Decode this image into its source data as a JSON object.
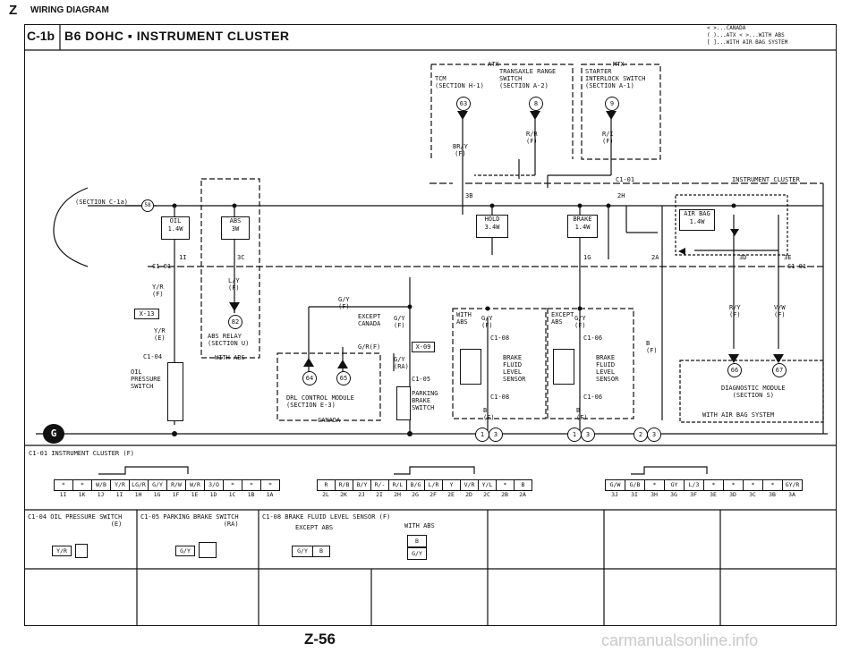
{
  "header": {
    "section_letter": "Z",
    "section_title": "WIRING DIAGRAM",
    "code": "C-1b",
    "title": "B6 DOHC  ▪ INSTRUMENT CLUSTER",
    "legend": [
      "< >...CANADA",
      "( )...ATX    < >...WITH ABS",
      "[ ]...WITH AIR BAG SYSTEM"
    ]
  },
  "top_groups": {
    "atx": "ATX",
    "mtx": "MTX",
    "tcm": "TCM\n(SECTION H-1)",
    "trans_range": "TRANSAXLE RANGE\nSWITCH\n(SECTION A-2)",
    "starter": "STARTER\nINTERLOCK SWITCH\n(SECTION A-1)",
    "circ_63": "63",
    "circ_8a": "8",
    "circ_9": "9",
    "w_bry": "BR/Y\n(F)",
    "w_rr": "R/R\n(F)",
    "w_ri": "R/I\n(F)"
  },
  "cluster": {
    "label": "INSTRUMENT CLUSTER",
    "section_ref": "(SECTION C-1a)",
    "circ_58": "58",
    "c101_top": "C1-01",
    "c101_left": "C1-01",
    "c101_right": "C1-01",
    "pin_3b": "3B",
    "pin_2h": "2H",
    "pin_1i": "1I",
    "pin_3c": "3C",
    "pin_1g": "1G",
    "pin_2a": "2A",
    "pin_3d": "3D",
    "pin_3e": "3E",
    "oil": "OIL\n1.4W",
    "abs": "ABS\n3W",
    "hold": "HOLD\n3.4W",
    "brake": "BRAKE\n1.4W",
    "airbag": "AIR BAG\n1.4W"
  },
  "lower": {
    "w_yr_left": "Y/R\n(F)",
    "x13": "X-13",
    "w_yr2": "Y/R\n(E)",
    "c104": "C1-04",
    "oil_sw": "OIL\nPRESSURE\nSWITCH",
    "w_ly": "L/Y\n(F)",
    "circ_82": "82",
    "abs_relay": "ABS RELAY\n(SECTION U)",
    "with_abs": "WITH ABS",
    "w_gy": "G/Y\n(F)",
    "except_canada": "EXCEPT\nCANADA",
    "w_gy_f": "G/Y\n(F)",
    "w_grf": "G/R(F)",
    "x09": "X-09",
    "w_gy_ra": "G/Y\n(RA)",
    "c105": "C1-05",
    "circ_64": "64",
    "circ_65": "65",
    "drl": "DRL CONTROL MODULE\n(SECTION E-3)",
    "canada": "CANADA",
    "parking": "PARKING\nBRAKE\nSWITCH",
    "with_abs2": "WITH\nABS",
    "w_gy_abs": "G/Y\n(F)",
    "c108a": "C1-08",
    "brake_fluid1": "BRAKE\nFLUID\nLEVEL\nSENSOR",
    "c108b": "C1-08",
    "w_b1": "B\n(F)",
    "except_abs": "EXCEPT\nABS",
    "w_gy_ex": "G/Y\n(F)",
    "c106a": "C1-06",
    "brake_fluid2": "BRAKE\nFLUID\nLEVEL\nSENSOR",
    "c106b": "C1-06",
    "w_b2": "B\n(F)",
    "w_b3": "B\n(F)",
    "w_ry": "R/Y\n(F)",
    "w_vw": "V/W\n(F)",
    "circ_66": "66",
    "circ_67": "67",
    "diag": "DIAGNOSTIC MODULE\n(SECTION S)",
    "with_airbag": "WITH AIR BAG SYSTEM",
    "gnd1": "1",
    "gnd3a": "3",
    "gnd1b": "1",
    "gnd3b": "3",
    "gnd2": "2",
    "gnd3c": "3",
    "car_icon": "G"
  },
  "connectors": {
    "c101_title": "C1-01 INSTRUMENT CLUSTER (F)",
    "row1": [
      "*",
      "*",
      "W/B",
      "Y/R",
      "LG/R",
      "G/Y",
      "R/W",
      "W/R",
      "3/O",
      "*",
      "*",
      "*"
    ],
    "row1_pins": [
      "1I",
      "1K",
      "1J",
      "1I",
      "1H",
      "1G",
      "1F",
      "1E",
      "1D",
      "1C",
      "1B",
      "1A"
    ],
    "row2": [
      "R",
      "R/B",
      "B/Y",
      "R/-",
      "R/L",
      "B/G",
      "L/R",
      "Y",
      "V/R",
      "Y/L",
      "*",
      "B"
    ],
    "row2_pins": [
      "2L",
      "2K",
      "2J",
      "2I",
      "2H",
      "2G",
      "2F",
      "2E",
      "2D",
      "2C",
      "2B",
      "2A"
    ],
    "row3": [
      "G/W",
      "G/B",
      "*",
      "GY",
      "L/3",
      "*",
      "*",
      "*",
      "*",
      "GY/R"
    ],
    "row3_pins": [
      "3J",
      "3I",
      "3H",
      "3G",
      "3F",
      "3E",
      "3D",
      "3C",
      "3B",
      "3A"
    ],
    "c104_title": "C1-04 OIL PRESSURE SWITCH\n(E)",
    "c104_pin": "Y/R",
    "c105_title": "C1-05 PARKING BRAKE SWITCH\n(RA)",
    "c105_pin": "G/Y",
    "c108_title": "C1-08  BRAKE FLUID LEVEL SENSOR (F)",
    "c108_except": "EXCEPT ABS",
    "c108_with": "WITH ABS",
    "c108_pins_a": [
      "G/Y",
      "B"
    ],
    "c108_pins_b": [
      "B",
      "G/Y"
    ]
  },
  "footer": {
    "page": "Z-56",
    "watermark": "carmanualsonline.info"
  }
}
